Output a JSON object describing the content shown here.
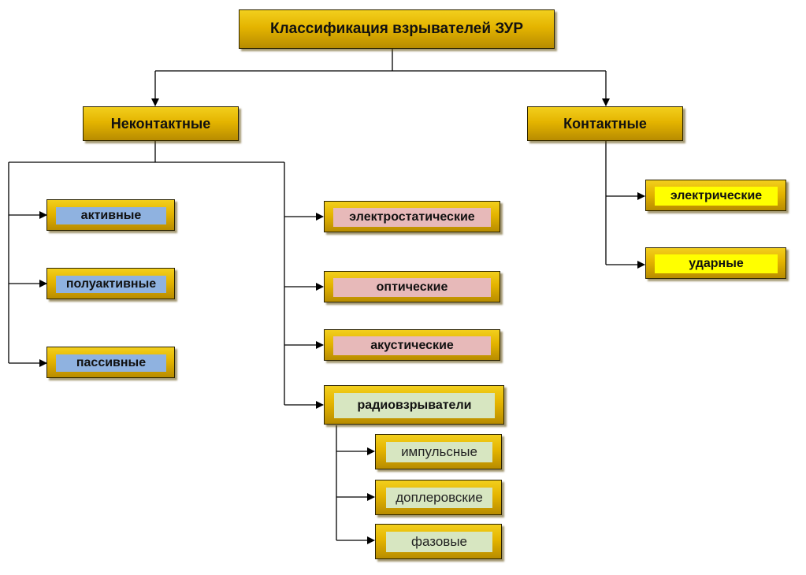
{
  "root": {
    "label": "Классификация взрывателей ЗУР"
  },
  "noncontact": {
    "label": "Неконтактные",
    "group_a": [
      "активные",
      "полуактивные",
      "пассивные"
    ],
    "group_b": [
      "электростатические",
      "оптические",
      "акустические",
      "радиовзрыватели"
    ],
    "radio_sub": [
      "импульсные",
      "доплеровские",
      "фазовые"
    ]
  },
  "contact": {
    "label": "Контактные",
    "items": [
      "электрические",
      "ударные"
    ]
  },
  "colors": {
    "gold": "#e4b400",
    "active_group": "#8fb2e0",
    "field_group": "#e7b9b9",
    "radio_group": "#d7e6c1",
    "contact_group": "#ffff00"
  }
}
